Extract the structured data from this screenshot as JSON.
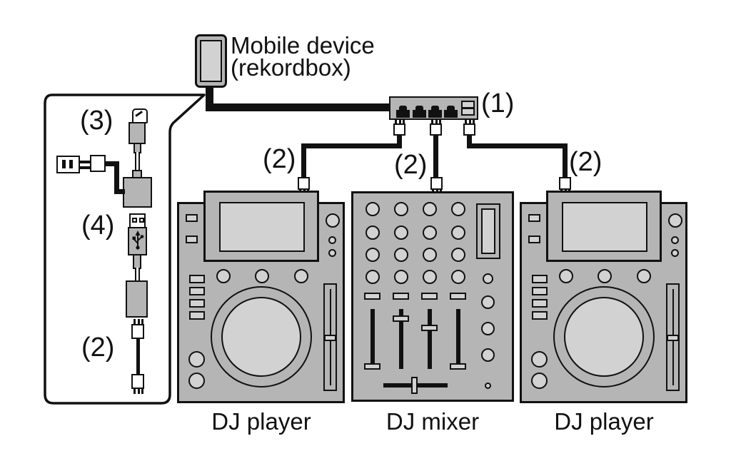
{
  "mobile_device": {
    "line1": "Mobile device",
    "line2": "(rekordbox)"
  },
  "labels": {
    "hub": "(1)",
    "lan_left": "(2)",
    "lan_center": "(2)",
    "lan_right": "(2)",
    "item_lightning": "(3)",
    "item_usb": "(4)",
    "item_lan": "(2)"
  },
  "devices": {
    "player_left": "DJ player",
    "mixer": "DJ mixer",
    "player_right": "DJ player"
  },
  "icons": {
    "hub_port": "ethernet-port-icon",
    "usb_symbol": "usb-trident-icon",
    "outlet": "wall-outlet-icon",
    "power_plug": "power-plug-icon",
    "lightning": "lightning-connector-icon",
    "rj45_plug": "rj45-plug-icon"
  },
  "colors": {
    "device_gray": "#b5b5b5",
    "panel_light_gray": "#d2d2d2",
    "line_black": "#111111",
    "background": "#ffffff"
  }
}
